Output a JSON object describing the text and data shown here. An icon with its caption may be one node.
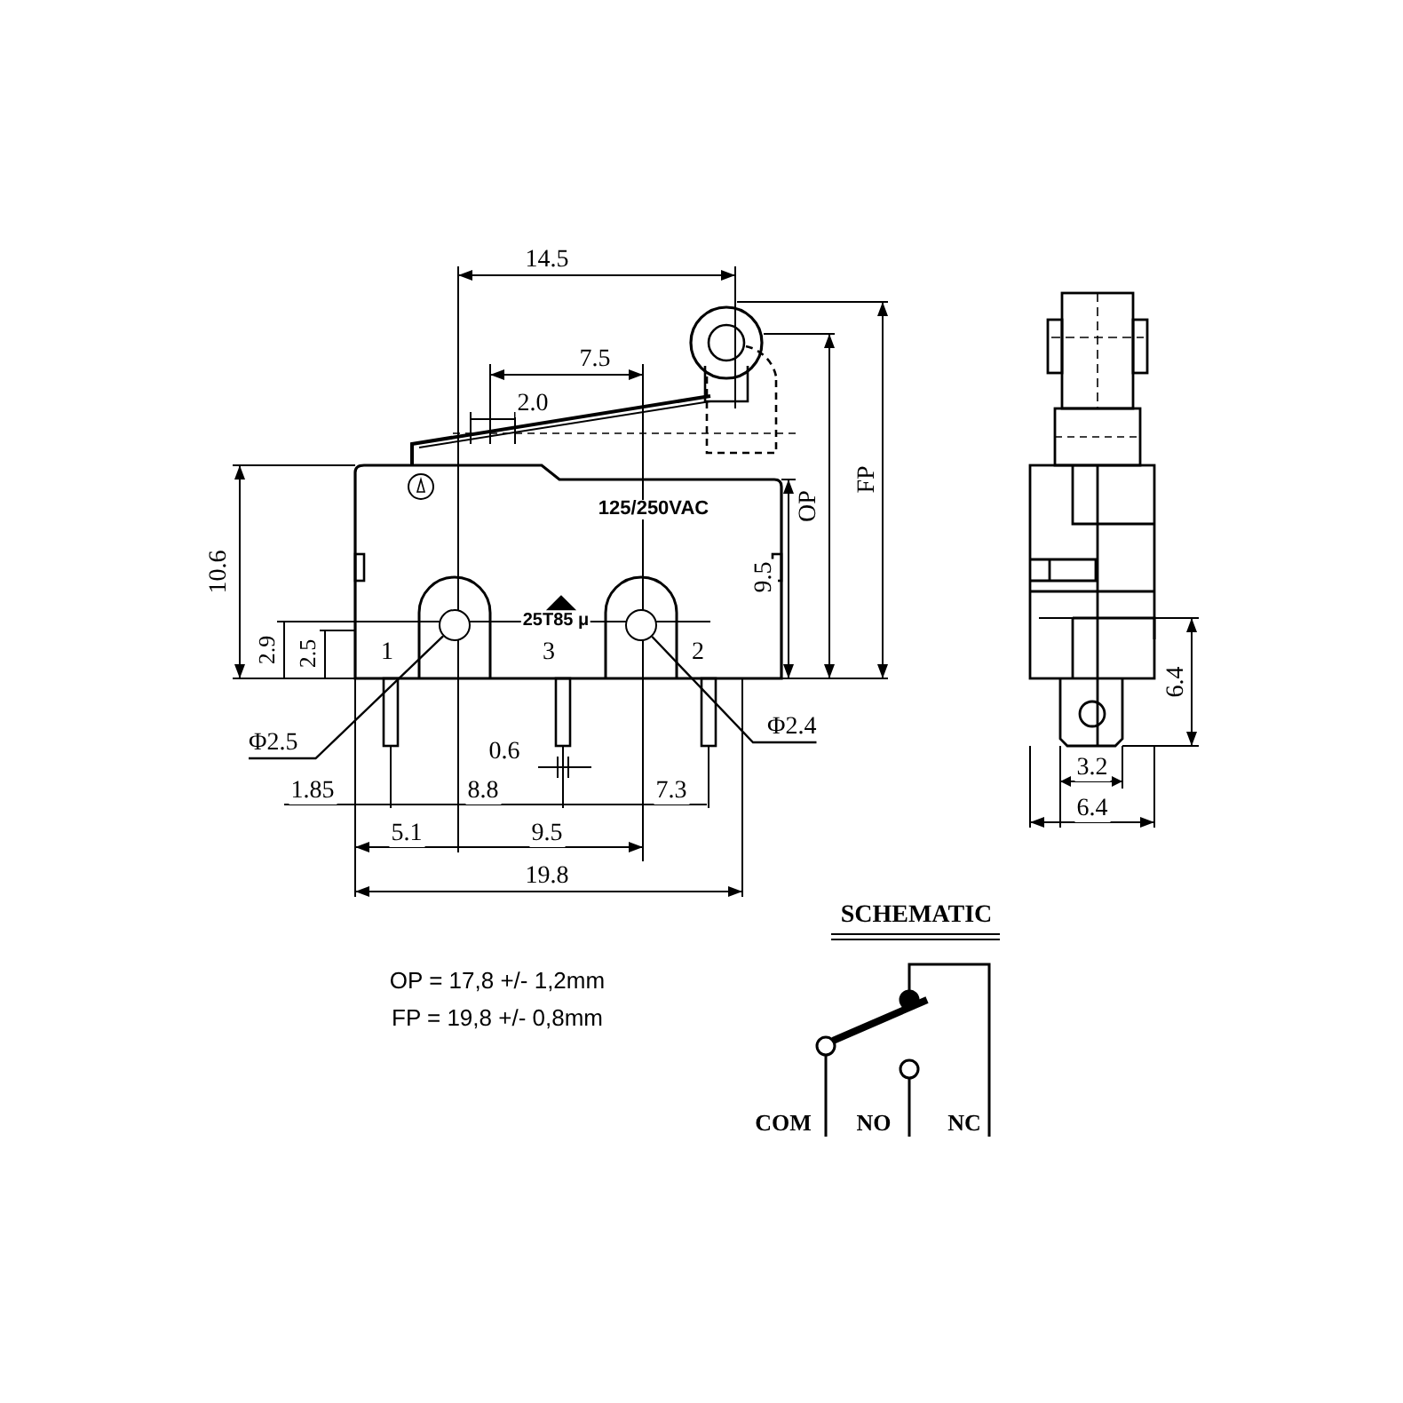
{
  "diagram": {
    "nodes": [
      {
        "text": [
          "Φ2.5"
        ]
      },
      {
        "text": [],
        "shape": "circle"
      },
      {
        "text": [
          "Φ2.4"
        ]
      },
      {
        "text": [],
        "shape": "circle"
      }
    ],
    "edges": [
      {
        "from": 0,
        "to": 1,
        "arrow": "none"
      },
      {
        "from": 2,
        "to": 3,
        "arrow": "none"
      }
    ],
    "labels": [
      "14.5",
      "7.5",
      "2.0",
      "125/250VAC",
      "10.6",
      "9.5",
      "OP",
      "FP",
      "25T85 μ",
      "2.9",
      "2.5",
      "1",
      "3",
      "2",
      "6.4",
      "0.6",
      "1.85",
      "8.8",
      "7.3",
      "3.2",
      "5.1",
      "9.5",
      "6.4",
      "19.8",
      "SCHEMATIC",
      "OP = 17,8 +/- 1,2mm",
      "FP = 19,8 +/- 0,8mm",
      "COM",
      "NO",
      "NC"
    ]
  }
}
